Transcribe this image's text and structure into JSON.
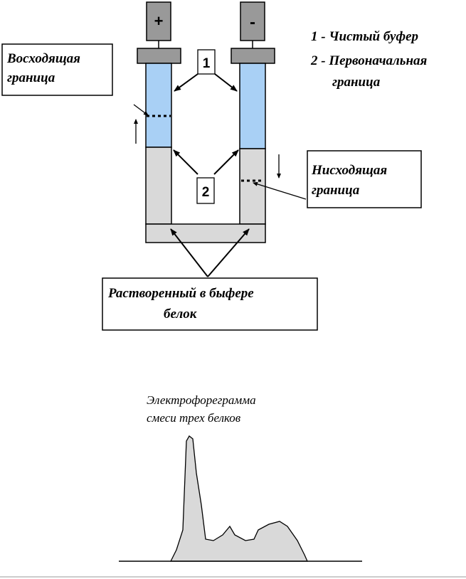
{
  "electrodes": {
    "anode_sign": "+",
    "cathode_sign": "-"
  },
  "legend": {
    "item1": "1 - Чистый буфер",
    "item2_line1": "2 - Первоначальная",
    "item2_line2": "граница"
  },
  "callouts": {
    "ascending_line1": "Восходящая",
    "ascending_line2": "граница",
    "descending_line1": "Нисходящая",
    "descending_line2": "граница",
    "protein_line1": "Растворенный в быфере",
    "protein_line2": "белок",
    "marker1": "1",
    "marker2": "2"
  },
  "electropherogram": {
    "title_line1": "Электрофореграмма",
    "title_line2": "смеси трех белков"
  },
  "colors": {
    "buffer": "#a9d0f5",
    "protein": "#d9d9d9",
    "electrode": "#999999",
    "peaks_fill": "#d9d9d9"
  }
}
